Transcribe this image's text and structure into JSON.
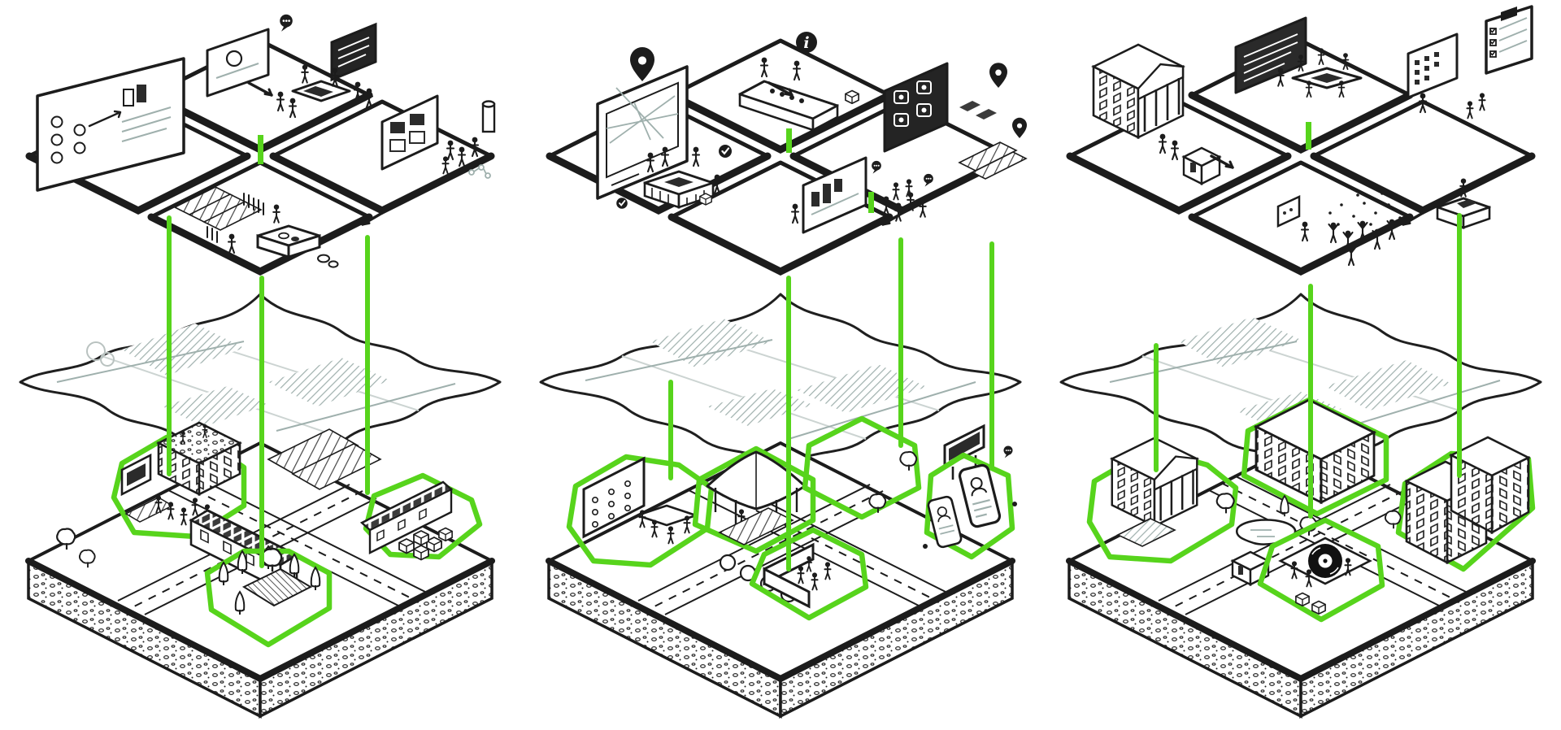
{
  "page": {
    "background": "#ffffff",
    "description": "Triptych of hand-drawn isometric exploded diagrams: an engagement-activities platform floats above a folded sketch map, which floats above a neighbourhood block; bright green projection lines tie workshop activities to highlighted parcels below."
  },
  "colors": {
    "ink": "#1c1c1c",
    "dark_fill": "#242424",
    "map_gray": "#9fb0ad",
    "fold_gray": "#ccd4d2",
    "highlight_green": "#57d41c",
    "paper": "#ffffff"
  },
  "icons": {
    "info_glyph": "i",
    "location_pin": "map-pin",
    "speech_bubble": "speech-bubble",
    "check_bubble": "check-bubble",
    "clipboard": "clipboard-checklist",
    "vinyl_record": "vinyl-record"
  },
  "panels": [
    {
      "name": "left-panel",
      "aria_label": "Scene 1: food-growing workshops mapped to community garden, terraced houses and orchard parcels",
      "activity_layer_elements": [
        "diagram-poster-board",
        "presentation-board",
        "speech-bubble-icon",
        "dark-notice-board",
        "facilitation-table",
        "participants-crowd",
        "flipchart-screen",
        "paper-roll-stand",
        "molecule-scribble",
        "planting-beds",
        "tall-grasses",
        "sandbox-model-table",
        "rocks",
        "direction-arrows"
      ],
      "map_layer_elements": [
        "folded-sketch-map",
        "hatched-parcels",
        "fold-creases",
        "tree-scribble"
      ],
      "neighbourhood_layer_elements": [
        "rooftop-garden-building",
        "outdoor-screen",
        "community-garden",
        "crowd",
        "terraced-houses-with-solar-panels",
        "crop-rows",
        "row-house",
        "stacked-crates",
        "orchard-grove",
        "street-crossing",
        "trees",
        "soil-base"
      ],
      "highlighted_zones": [
        "community-garden-zone",
        "row-house-crates-zone",
        "orchard-zone"
      ],
      "projection_lines": 3
    },
    {
      "name": "middle-panel",
      "aria_label": "Scene 2: market and information stalls mapped to tent, houses, phone screens and courtyard parcels",
      "activity_layer_elements": [
        "map-sign-board",
        "location-pin-icon",
        "info-icon",
        "check-bubble-icon",
        "market-table",
        "produce-counter",
        "dark-menu-board",
        "house-with-solar-panels",
        "crop-strips",
        "presentation-screen",
        "participants-crowd",
        "speech-bubble-icon"
      ],
      "map_layer_elements": [
        "folded-sketch-map",
        "hatched-parcels",
        "fold-creases"
      ],
      "neighbourhood_layer_elements": [
        "produce-stand-wall",
        "market-tent",
        "gabled-houses",
        "billboard",
        "phone-profile-screens",
        "walled-courtyard",
        "crop-rows",
        "round-bushes",
        "trees",
        "soil-base"
      ],
      "highlighted_zones": [
        "produce-stand-zone",
        "market-tent-zone",
        "house-yard-zone",
        "phone-screens-zone",
        "courtyard-zone"
      ],
      "projection_lines": 4
    },
    {
      "name": "right-panel",
      "aria_label": "Scene 3: civic meetings and sign-off mapped to civic building, school, apartments and rooftop party terrace",
      "activity_layer_elements": [
        "civic-building",
        "kiosk-building",
        "blackboard",
        "meeting-table",
        "sticky-note-board",
        "clipboard-checklist-icon",
        "desk-with-laptop",
        "celebrating-crowd",
        "confetti-dots",
        "speech-bubble-icon",
        "direction-arrows"
      ],
      "map_layer_elements": [
        "folded-sketch-map",
        "hatched-parcels",
        "fold-creases"
      ],
      "neighbourhood_layer_elements": [
        "civic-building",
        "plaza",
        "park-pond",
        "kiosk-building",
        "school-building",
        "apartment-blocks",
        "rooftop-party-terrace",
        "vinyl-record-icon",
        "street-crossing",
        "trees",
        "soil-base"
      ],
      "highlighted_zones": [
        "civic-building-zone",
        "school-zone",
        "apartment-zone",
        "rooftop-terrace-zone"
      ],
      "projection_lines": 3
    }
  ]
}
